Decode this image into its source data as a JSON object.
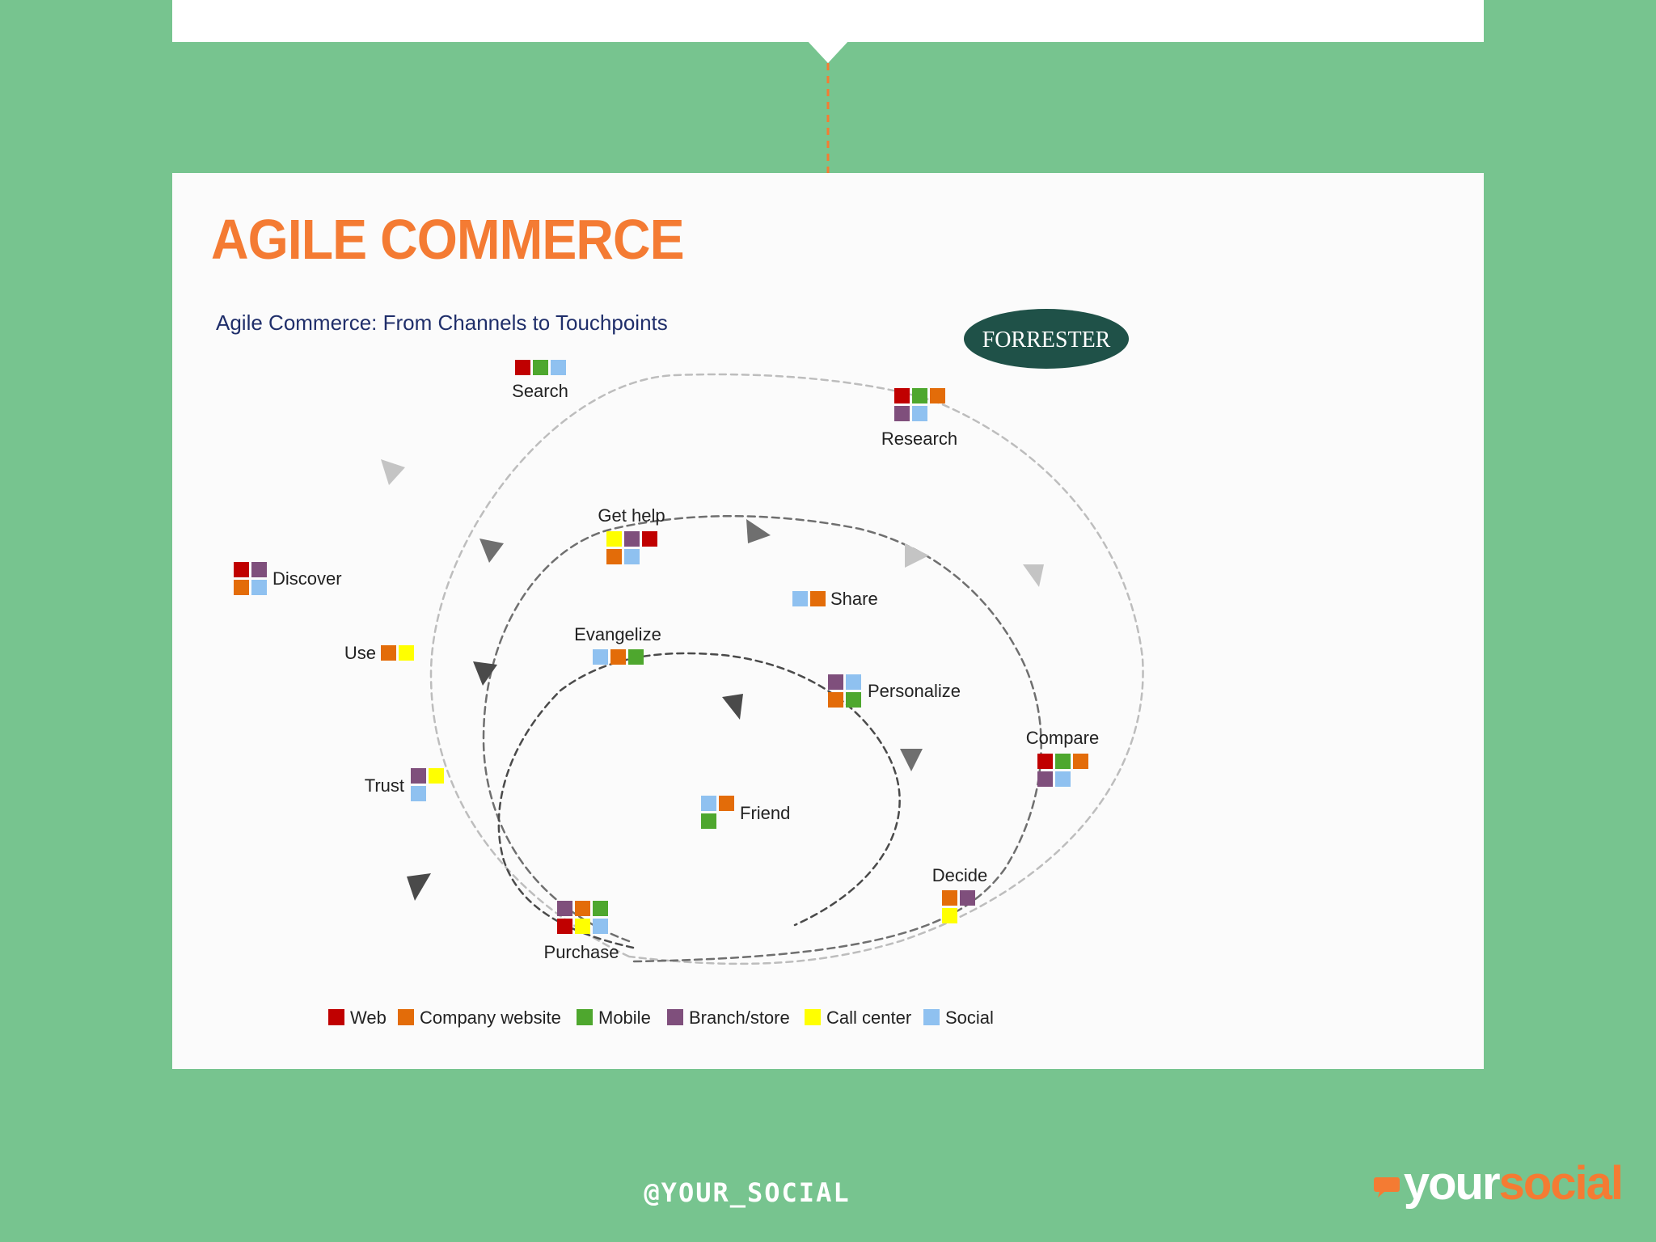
{
  "slide": {
    "title": "AGILE COMMERCE",
    "footer_handle": "@YOUR_SOCIAL",
    "brand_part1": "your",
    "brand_part2": "social"
  },
  "diagram": {
    "subtitle": "Agile Commerce: From Channels to Touchpoints",
    "publisher_logo": "FORRESTER",
    "channel_colors": {
      "web": "#c00000",
      "company_website": "#e36c09",
      "mobile": "#4ea72e",
      "branch_store": "#7f4f7c",
      "call_center": "#ffff00",
      "social": "#8fc1f0"
    },
    "nodes": {
      "search": {
        "label": "Search",
        "channels": [
          "web",
          "mobile",
          "social"
        ]
      },
      "research": {
        "label": "Research",
        "channels": [
          "web",
          "mobile",
          "company_website",
          "branch_store",
          "social"
        ]
      },
      "discover": {
        "label": "Discover",
        "channels": [
          "web",
          "branch_store",
          "company_website",
          "social"
        ]
      },
      "get_help": {
        "label": "Get help",
        "channels": [
          "call_center",
          "branch_store",
          "web",
          "company_website",
          "social"
        ]
      },
      "share": {
        "label": "Share",
        "channels": [
          "social",
          "company_website"
        ]
      },
      "use": {
        "label": "Use",
        "channels": [
          "company_website",
          "call_center"
        ]
      },
      "evangelize": {
        "label": "Evangelize",
        "channels": [
          "social",
          "company_website",
          "mobile"
        ]
      },
      "personalize": {
        "label": "Personalize",
        "channels": [
          "branch_store",
          "social",
          "company_website",
          "mobile"
        ]
      },
      "compare": {
        "label": "Compare",
        "channels": [
          "web",
          "mobile",
          "company_website",
          "branch_store",
          "social"
        ]
      },
      "trust": {
        "label": "Trust",
        "channels": [
          "branch_store",
          "call_center",
          "social"
        ]
      },
      "friend": {
        "label": "Friend",
        "channels": [
          "social",
          "company_website",
          "mobile"
        ]
      },
      "decide": {
        "label": "Decide",
        "channels": [
          "company_website",
          "branch_store",
          "call_center"
        ]
      },
      "purchase": {
        "label": "Purchase",
        "channels": [
          "branch_store",
          "company_website",
          "mobile",
          "web",
          "call_center",
          "social"
        ]
      }
    },
    "legend": [
      {
        "key": "web",
        "label": "Web"
      },
      {
        "key": "company_website",
        "label": "Company website"
      },
      {
        "key": "mobile",
        "label": "Mobile"
      },
      {
        "key": "branch_store",
        "label": "Branch/store"
      },
      {
        "key": "call_center",
        "label": "Call center"
      },
      {
        "key": "social",
        "label": "Social"
      }
    ]
  }
}
